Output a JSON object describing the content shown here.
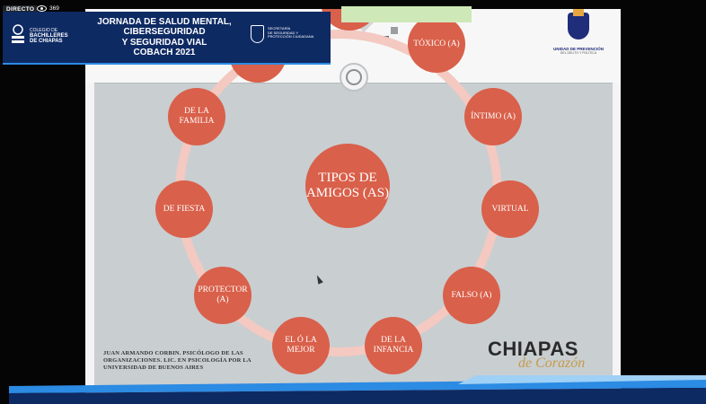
{
  "stream": {
    "live_label": "DIRECTO",
    "viewer_count": "369",
    "viewer_icon": "eye-icon"
  },
  "banner": {
    "title_lines": [
      "JORNADA DE SALUD MENTAL,",
      "CIBERSEGURIDAD",
      "Y SEGURIDAD  VIAL",
      "COBACH 2021"
    ],
    "cobach_small": "COLEGIO DE",
    "cobach_name": "BACHILLERES",
    "cobach_state": "DE CHIAPAS",
    "sspc_lines": [
      "SECRETARÍA",
      "DE SEGURIDAD Y",
      "PROTECCIÓN CIUDADANA"
    ]
  },
  "upd_logo": {
    "title": "UNIDAD DE PREVENCIÓN",
    "subtitle": "DEL DELITO Y POLÍTICA"
  },
  "slide": {
    "center_label": "TIPOS DE AMIGOS (AS)",
    "nodes": [
      {
        "label": "TÓXICO (A)"
      },
      {
        "label": "ÍNTIMO (A)"
      },
      {
        "label": "VIRTUAL"
      },
      {
        "label": "FALSO (A)"
      },
      {
        "label": "DE LA INFANCIA"
      },
      {
        "label": "EL Ó LA MEJOR"
      },
      {
        "label": "PROTECTOR (A)"
      },
      {
        "label": "DE FIESTA"
      },
      {
        "label": "DE LA FAMILIA"
      }
    ],
    "credit": "JUAN ARMANDO CORBIN. PSICÓLOGO DE LAS ORGANIZACIONES. LIC. EN PSICOLOGÍA POR LA UNIVERSIDAD DE BUENOS AIRES"
  },
  "brand": {
    "chiapas": "CHIAPAS",
    "corazon": "de Corazón"
  },
  "colors": {
    "node": "#d9604a",
    "ring": "#f3c9c1",
    "banner": "#0e2a63",
    "stripe_light": "#2c8be3",
    "stripe_dark": "#0e2a63",
    "gold": "#c59b4c"
  }
}
